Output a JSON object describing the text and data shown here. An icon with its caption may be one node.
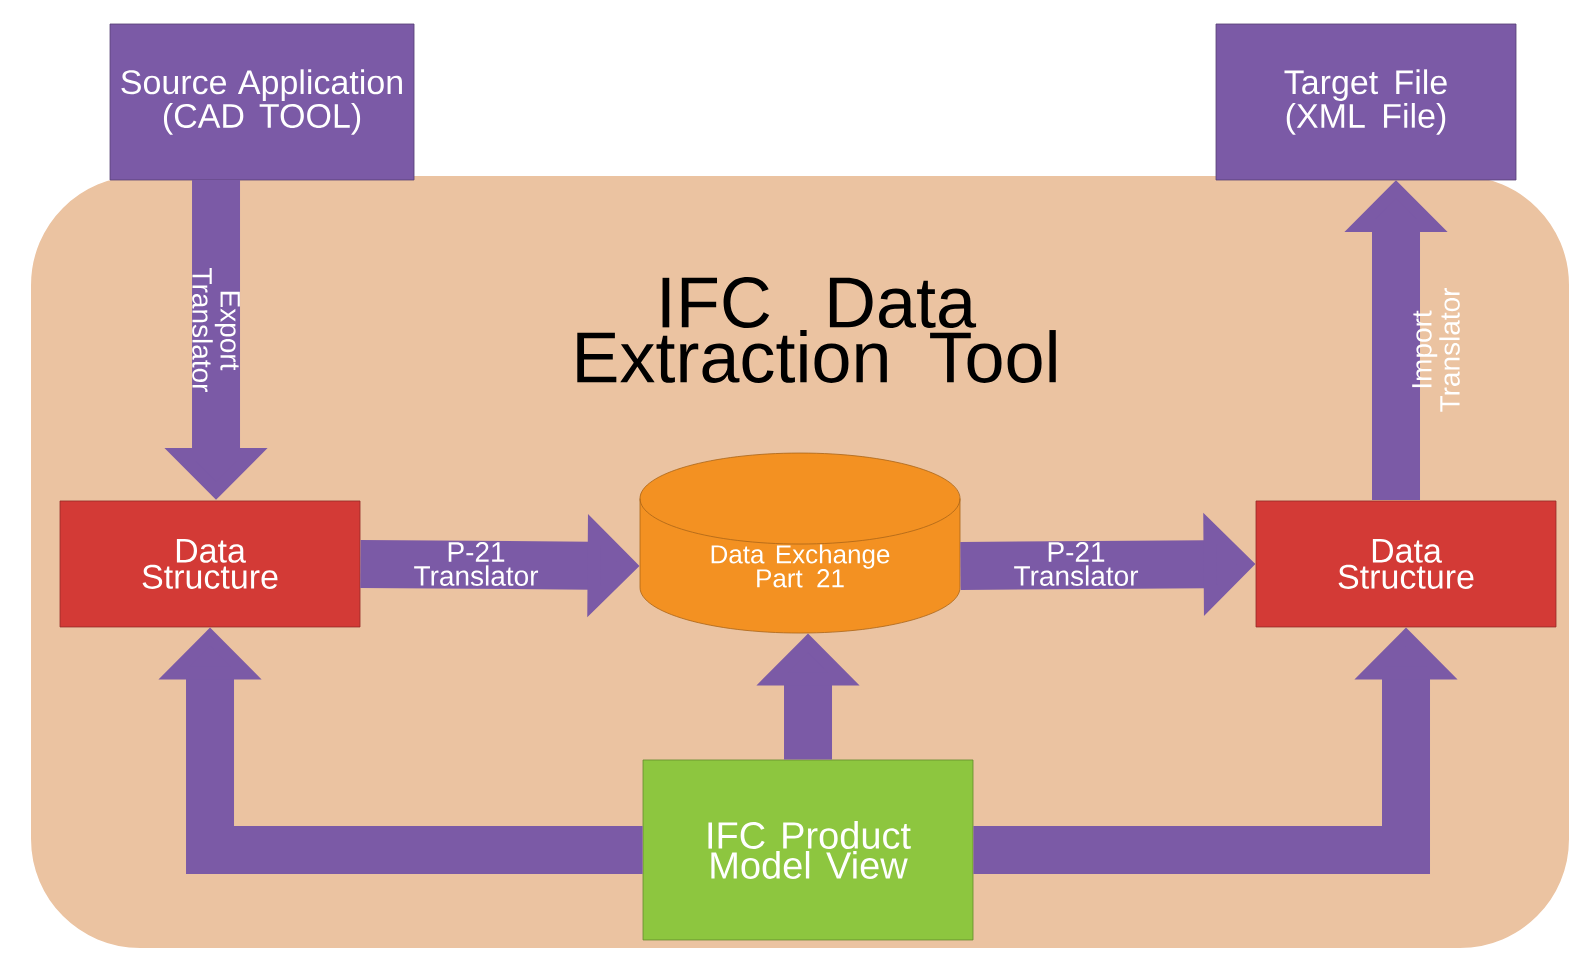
{
  "diagram": {
    "nodes": [
      {
        "text": [
          "IFC Data Extraction Tool"
        ]
      },
      {
        "text": [
          "Source Application (CAD TOOL)"
        ]
      },
      {
        "text": [
          "Target File (XML File)"
        ]
      },
      {
        "text": [
          "Data Structure"
        ],
        "in": 0
      },
      {
        "text": [
          "Data Exchange Part 21"
        ],
        "in": 0
      },
      {
        "text": [
          "Data Structure"
        ],
        "in": 0
      },
      {
        "text": [
          "IFC Product Model View"
        ],
        "in": 0
      }
    ],
    "edges": [
      {
        "from": 1,
        "to": 3,
        "arrow": "to",
        "label": "Export Translator"
      },
      {
        "from": 3,
        "to": 4,
        "arrow": "to",
        "label": "P-21 Translator"
      },
      {
        "from": 4,
        "to": 5,
        "arrow": "to",
        "label": "P-21 Translator"
      },
      {
        "from": 5,
        "to": 2,
        "arrow": "to",
        "label": "Import Translator"
      },
      {
        "from": 6,
        "to": 3,
        "arrow": "to"
      },
      {
        "from": 6,
        "to": 4,
        "arrow": "to"
      },
      {
        "from": 6,
        "to": 5,
        "arrow": "to"
      }
    ]
  }
}
